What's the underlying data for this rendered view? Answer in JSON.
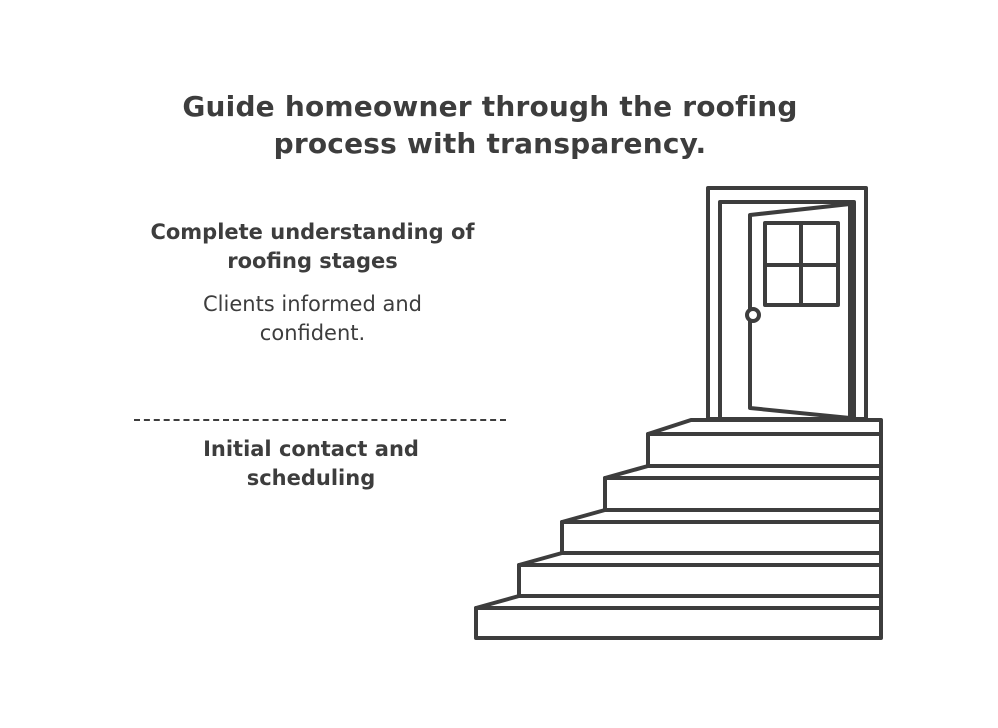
{
  "diagram": {
    "title": "Guide homeowner through the roofing process with transparency.",
    "goal": {
      "heading": "Complete understanding of roofing stages",
      "description": "Clients informed and confident."
    },
    "start": {
      "heading": "Initial contact and scheduling"
    },
    "icons": {
      "door": "open-door-icon",
      "stairs": "staircase-icon"
    },
    "colors": {
      "ink": "#3d3d3d",
      "background": "#ffffff"
    }
  }
}
